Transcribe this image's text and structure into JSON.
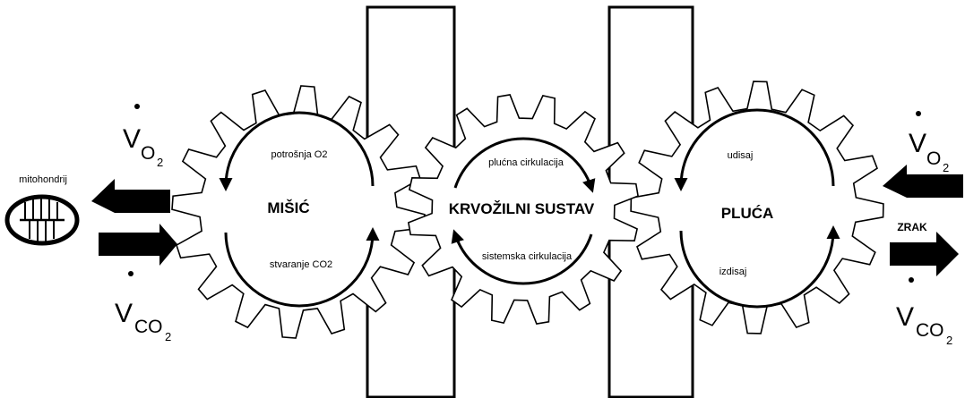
{
  "mitochondria_label": "mitohondrij",
  "left_vo2": {
    "symbol": "V",
    "sub": "O",
    "sub2": "2"
  },
  "left_vco2": {
    "symbol": "V",
    "sub": "CO",
    "sub2": "2"
  },
  "right_vo2": {
    "symbol": "V",
    "sub": "O",
    "sub2": "2"
  },
  "right_vco2": {
    "symbol": "V",
    "sub": "CO",
    "sub2": "2"
  },
  "air_label": "ZRAK",
  "gears": [
    {
      "title": "MIŠIĆ",
      "top_label": "potrošnja O2",
      "bottom_label": "stvaranje CO2"
    },
    {
      "title": "KRVOŽILNI SUSTAV",
      "top_label": "plućna cirkulacija",
      "bottom_label": "sistemska cirkulacija"
    },
    {
      "title": "PLUĆA",
      "top_label": "udisaj",
      "bottom_label": "izdisaj"
    }
  ]
}
